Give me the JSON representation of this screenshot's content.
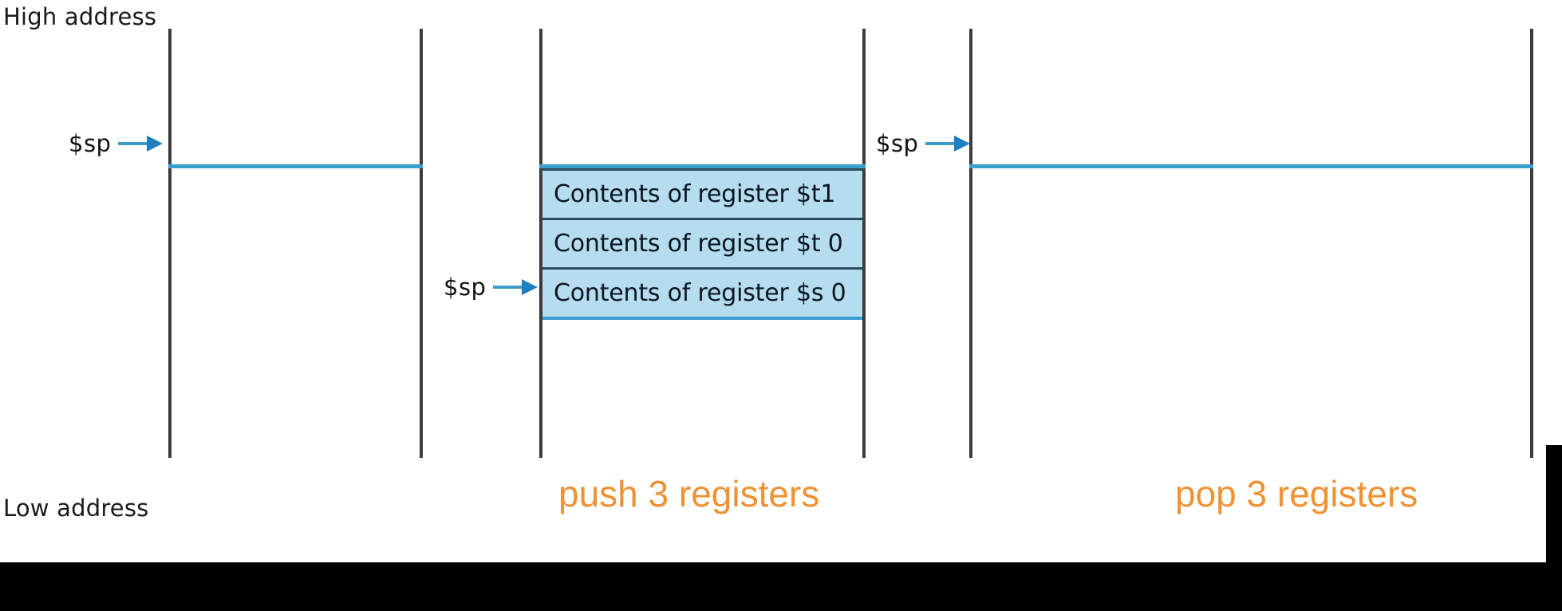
{
  "figure": {
    "title_top_label": "High address",
    "title_bottom_label": "Low address",
    "accent_blue": "#3a9ed0",
    "cell_fill": "#b6dcf0",
    "line_color": "#3c3c3c",
    "annotation_color": "#ef9234"
  },
  "stacks": [
    {
      "id": "stack-before",
      "sp_label": "$sp",
      "cells": []
    },
    {
      "id": "stack-after-push",
      "sp_label": "$sp",
      "cells": [
        {
          "label": "Contents of register $t1"
        },
        {
          "label": "Contents of register $t 0"
        },
        {
          "label": "Contents of register $s 0"
        }
      ]
    },
    {
      "id": "stack-after-pop",
      "sp_label": "$sp",
      "cells": []
    }
  ],
  "annotations": [
    {
      "id": "push-note",
      "text": "push 3 registers"
    },
    {
      "id": "pop-note",
      "text": "pop 3 registers"
    }
  ]
}
